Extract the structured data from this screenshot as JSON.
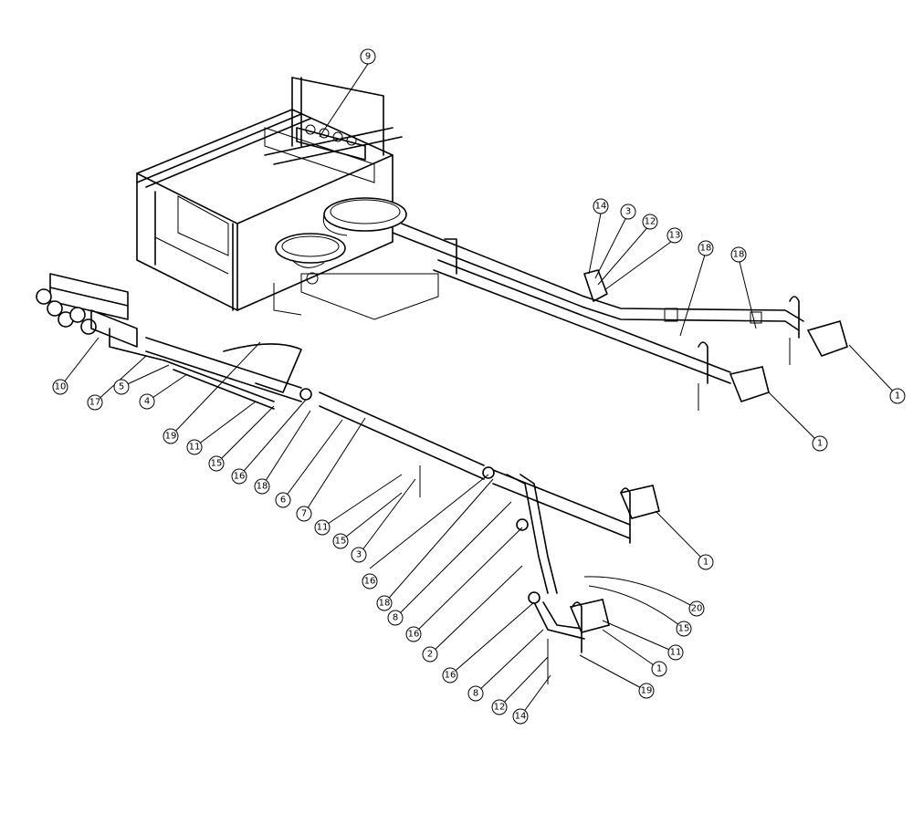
{
  "callouts": [
    {
      "label": "9"
    },
    {
      "label": "14"
    },
    {
      "label": "3"
    },
    {
      "label": "12"
    },
    {
      "label": "13"
    },
    {
      "label": "18"
    },
    {
      "label": "18"
    },
    {
      "label": "10"
    },
    {
      "label": "17"
    },
    {
      "label": "5"
    },
    {
      "label": "4"
    },
    {
      "label": "19"
    },
    {
      "label": "11"
    },
    {
      "label": "15"
    },
    {
      "label": "16"
    },
    {
      "label": "18"
    },
    {
      "label": "6"
    },
    {
      "label": "7"
    },
    {
      "label": "11"
    },
    {
      "label": "15"
    },
    {
      "label": "3"
    },
    {
      "label": "16"
    },
    {
      "label": "18"
    },
    {
      "label": "8"
    },
    {
      "label": "16"
    },
    {
      "label": "2"
    },
    {
      "label": "16"
    },
    {
      "label": "8"
    },
    {
      "label": "12"
    },
    {
      "label": "14"
    },
    {
      "label": "1"
    },
    {
      "label": "1"
    },
    {
      "label": "1"
    },
    {
      "label": "20"
    },
    {
      "label": "15"
    },
    {
      "label": "11"
    },
    {
      "label": "1"
    },
    {
      "label": "19"
    }
  ]
}
